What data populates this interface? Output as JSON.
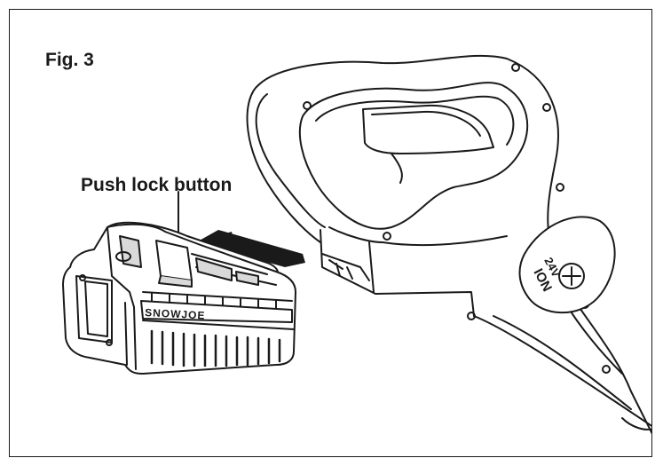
{
  "figure": {
    "label": "Fig. 3",
    "callout": "Push lock button"
  },
  "battery": {
    "brand_text": "SNOWJOE"
  },
  "tool": {
    "badge_voltage": "24V",
    "badge_text": "ION"
  },
  "colors": {
    "line": "#1a1a1a",
    "shade": "#d9d9d9",
    "fill": "#ffffff"
  }
}
